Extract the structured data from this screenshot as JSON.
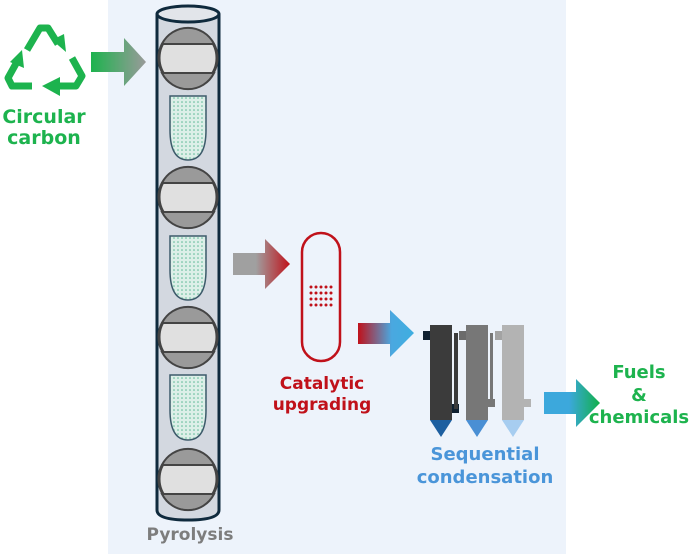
{
  "diagram": {
    "title": "Pyrolysis process flow",
    "colors": {
      "green": "#1db34e",
      "red": "#c0111a",
      "blue": "#4a95d9",
      "gray": "#7d7d7d",
      "panel": "#edf3fb",
      "tube_outline": "#0f2a3d"
    },
    "nodes": {
      "input": {
        "icon": "recycle-icon",
        "label_line1": "Circular",
        "label_line2": "carbon"
      },
      "pyrolysis": {
        "label": "Pyrolysis"
      },
      "catalytic": {
        "label_line1": "Catalytic",
        "label_line2": "upgrading"
      },
      "condensation": {
        "label_line1": "Sequential",
        "label_line2": "condensation"
      },
      "output": {
        "label_line1": "Fuels",
        "label_line2": "&",
        "label_line3": "chemicals"
      }
    },
    "edges": [
      {
        "from": "input",
        "to": "pyrolysis"
      },
      {
        "from": "pyrolysis",
        "to": "catalytic"
      },
      {
        "from": "catalytic",
        "to": "condensation"
      },
      {
        "from": "condensation",
        "to": "output"
      }
    ]
  }
}
